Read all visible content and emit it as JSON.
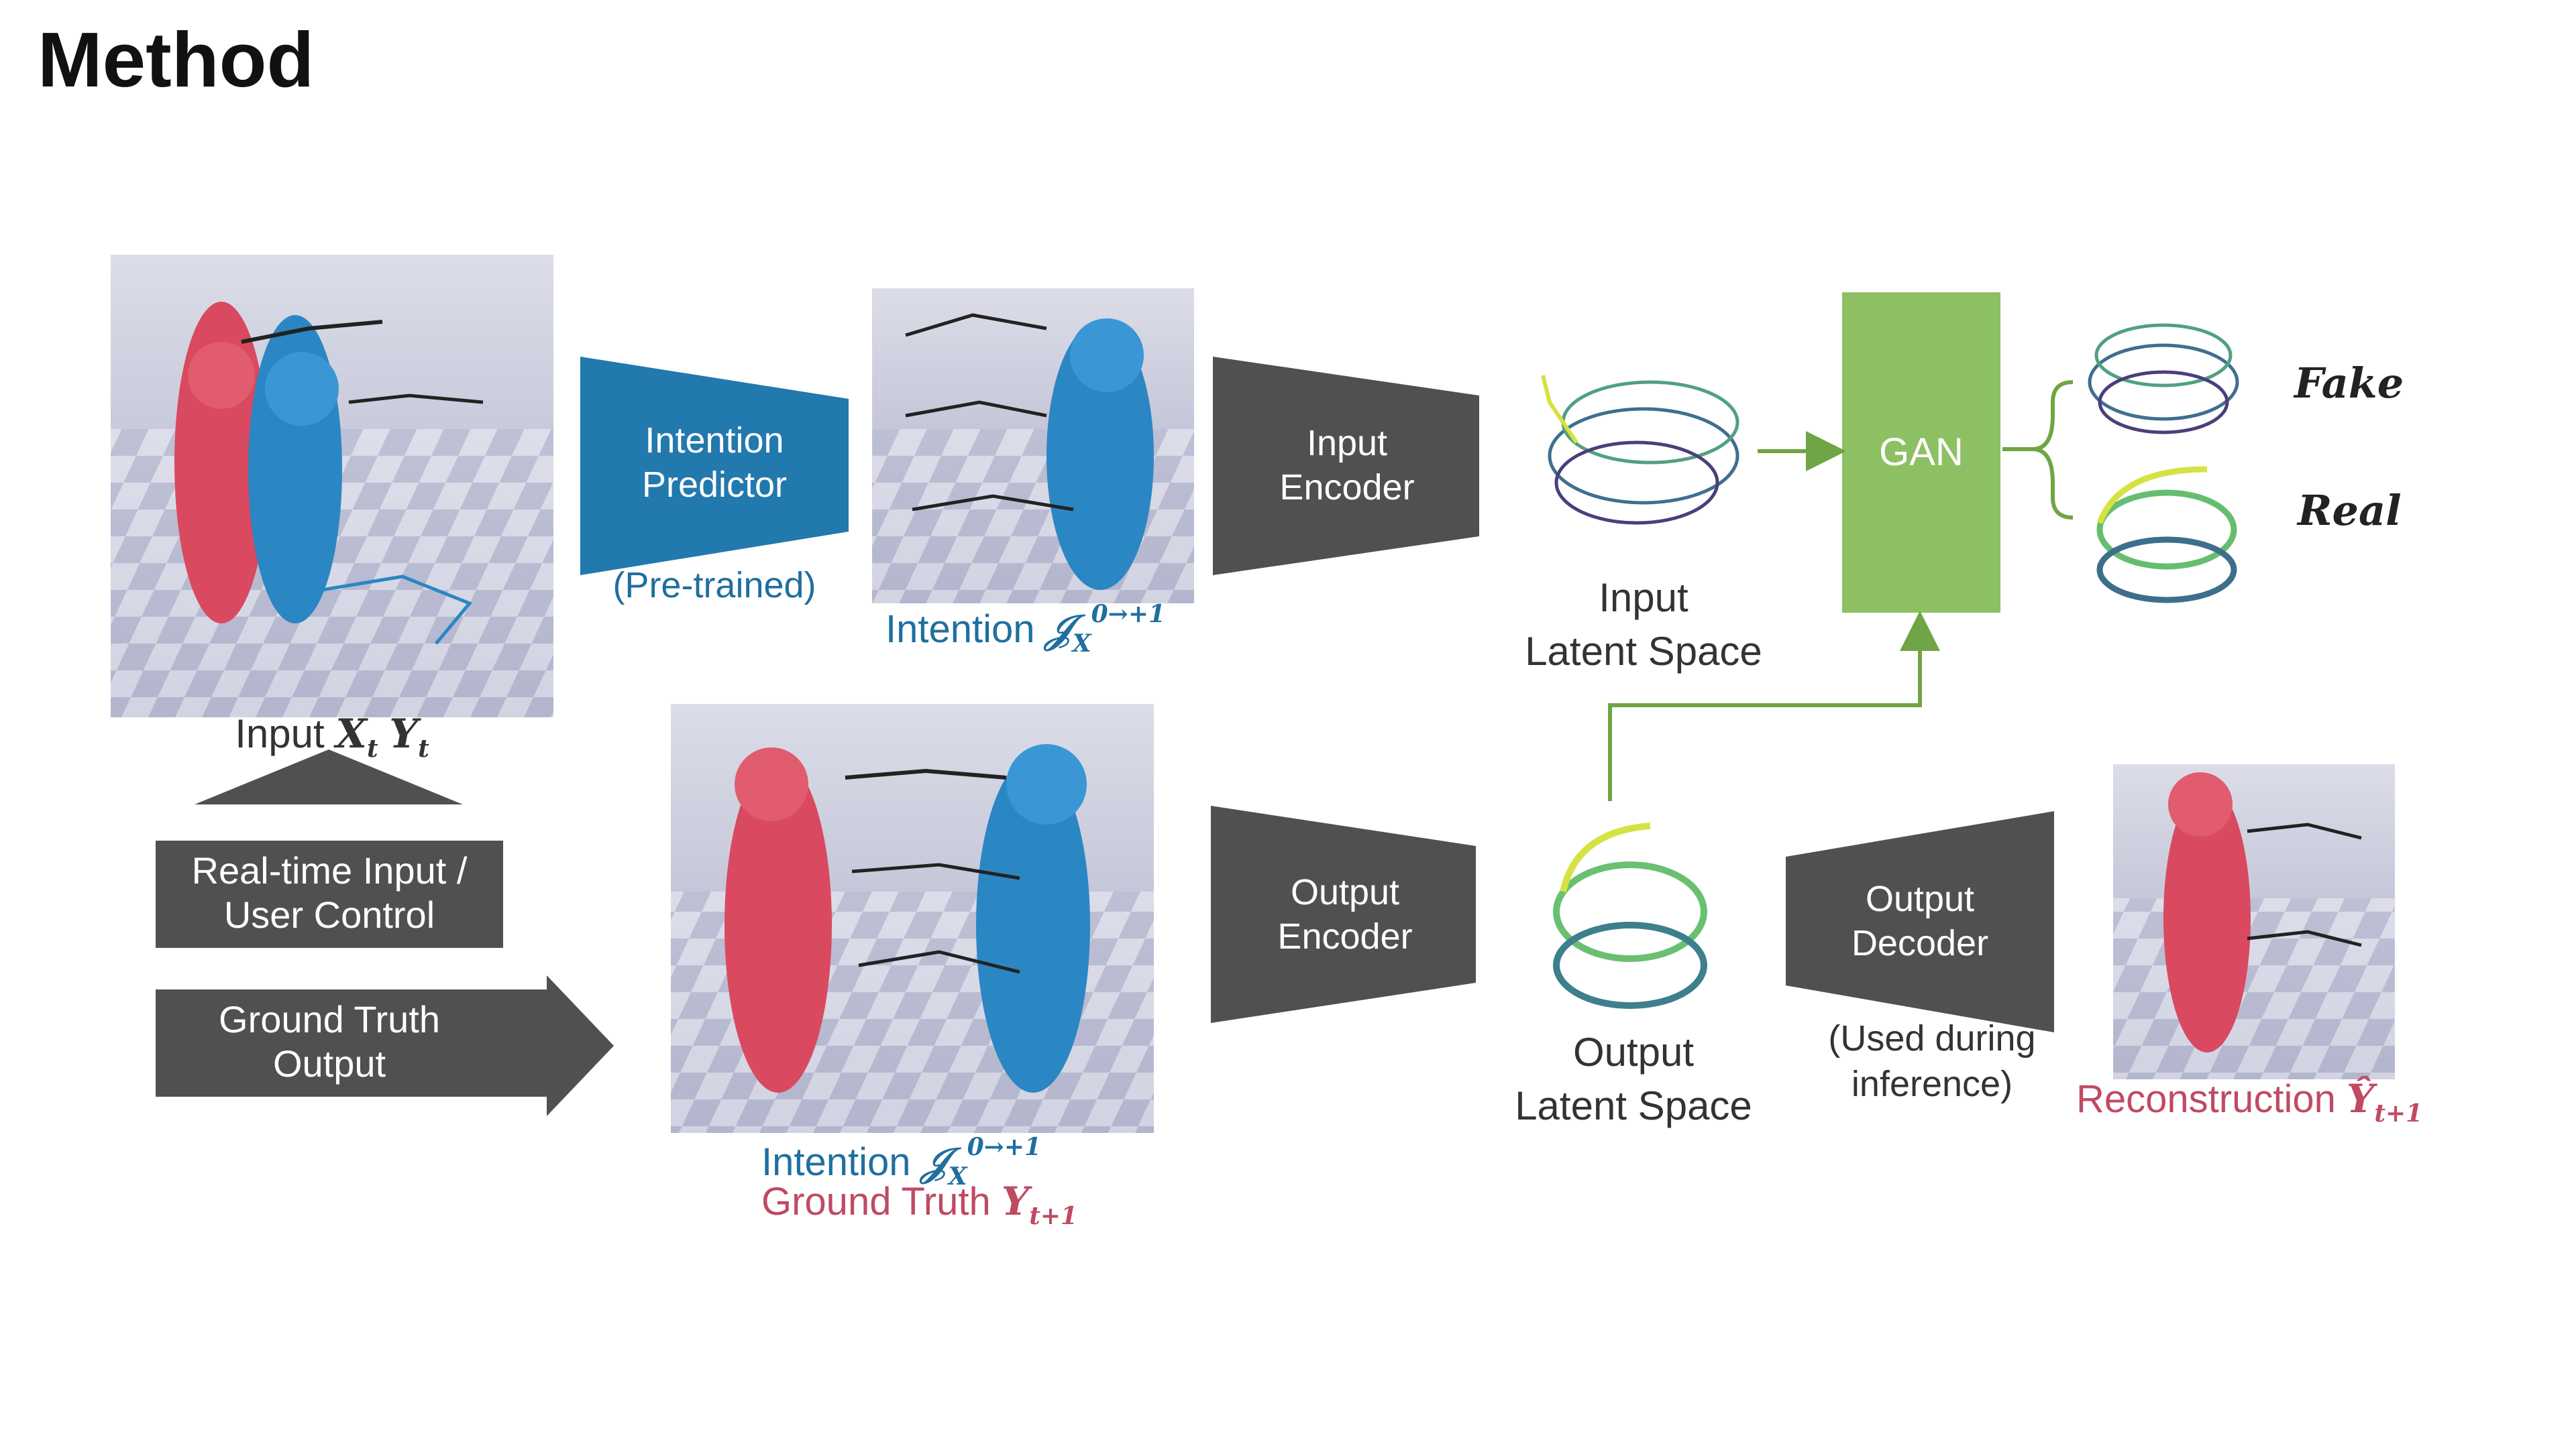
{
  "title": "Method",
  "intention_predictor": {
    "line1": "Intention",
    "line2": "Predictor",
    "note": "(Pre-trained)"
  },
  "input_encoder": {
    "line1": "Input",
    "line2": "Encoder"
  },
  "output_encoder": {
    "line1": "Output",
    "line2": "Encoder"
  },
  "output_decoder": {
    "line1": "Output",
    "line2": "Decoder",
    "note1": "(Used during",
    "note2": "inference)"
  },
  "gan": {
    "label": "GAN"
  },
  "input_latent": {
    "line1": "Input",
    "line2": "Latent Space"
  },
  "output_latent": {
    "line1": "Output",
    "line2": "Latent Space"
  },
  "discriminator": {
    "fake": "Fake",
    "real": "Real"
  },
  "input_caption": {
    "text": "Input ",
    "var1": "X",
    "sub1": "t",
    "var2": "Y",
    "sub2": "t"
  },
  "intention_caption": {
    "text": "Intention ",
    "var": "𝒥",
    "sub": "X",
    "sup": "0→+1"
  },
  "ground_truth_caption": {
    "text": "Ground Truth ",
    "var": "Y",
    "sub": "t+1"
  },
  "reconstruction_caption": {
    "text": "Reconstruction ",
    "var": "Ŷ",
    "sub": "t+1"
  },
  "realtime_box": {
    "line1": "Real-time Input /",
    "line2": "User Control"
  },
  "gt_output_box": {
    "line1": "Ground Truth",
    "line2": "Output"
  },
  "colors": {
    "predictor": "#2279ad",
    "encoder": "#505050",
    "gan": "#8cc063",
    "arrow_green": "#6fa544",
    "blue_text": "#1f6f9f",
    "red_text": "#c04a63"
  }
}
